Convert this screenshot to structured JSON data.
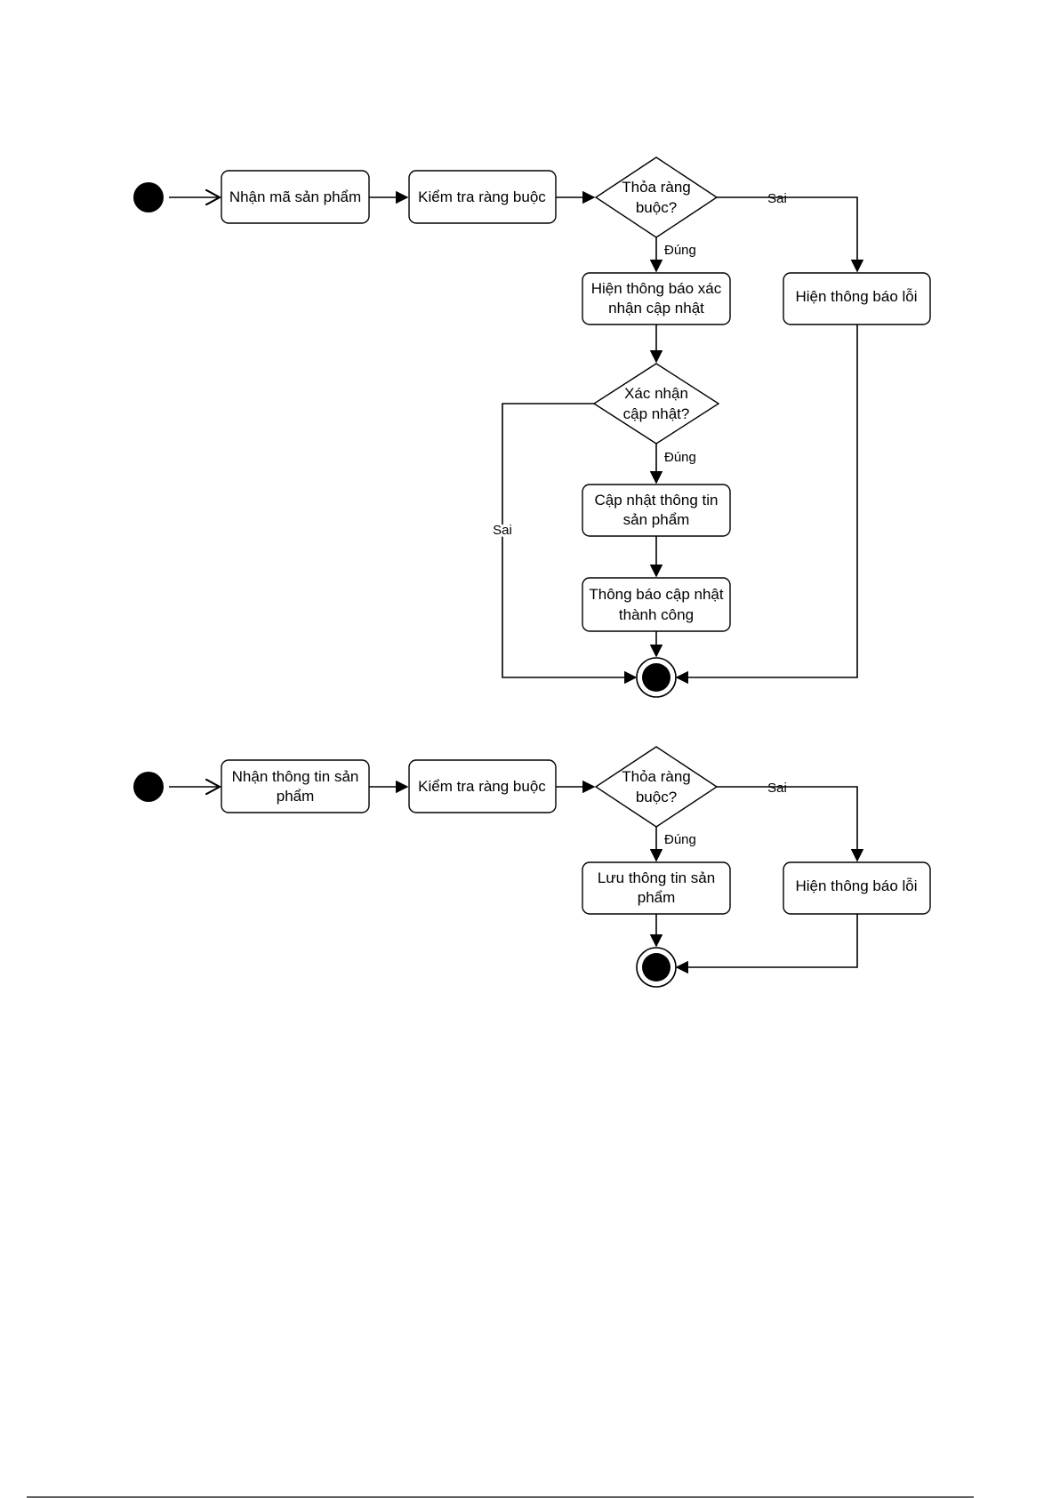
{
  "diagram1": {
    "receive_code": "Nhận mã sản phẩm",
    "check_constraints": "Kiểm tra ràng buộc",
    "decision_valid": [
      "Thỏa ràng",
      "buộc?"
    ],
    "show_confirm": [
      "Hiện thông báo xác",
      "nhận cập nhật"
    ],
    "show_error": "Hiện thông báo lỗi",
    "decision_confirm": [
      "Xác nhận",
      "cập nhật?"
    ],
    "update_info": [
      "Cập nhật thông tin",
      "sản phẩm"
    ],
    "notify_success": [
      "Thông báo cập nhật",
      "thành công"
    ],
    "label_false_1": "Sai",
    "label_true_1": "Đúng",
    "label_true_2": "Đúng",
    "label_false_2": "Sai"
  },
  "diagram2": {
    "receive_info": [
      "Nhận thông tin sản",
      "phẩm"
    ],
    "check_constraints": "Kiểm tra ràng buộc",
    "decision_valid": [
      "Thỏa ràng",
      "buộc?"
    ],
    "save_info": [
      "Lưu thông tin sản",
      "phẩm"
    ],
    "show_error": "Hiện thông báo lỗi",
    "label_false": "Sai",
    "label_true": "Đúng"
  }
}
